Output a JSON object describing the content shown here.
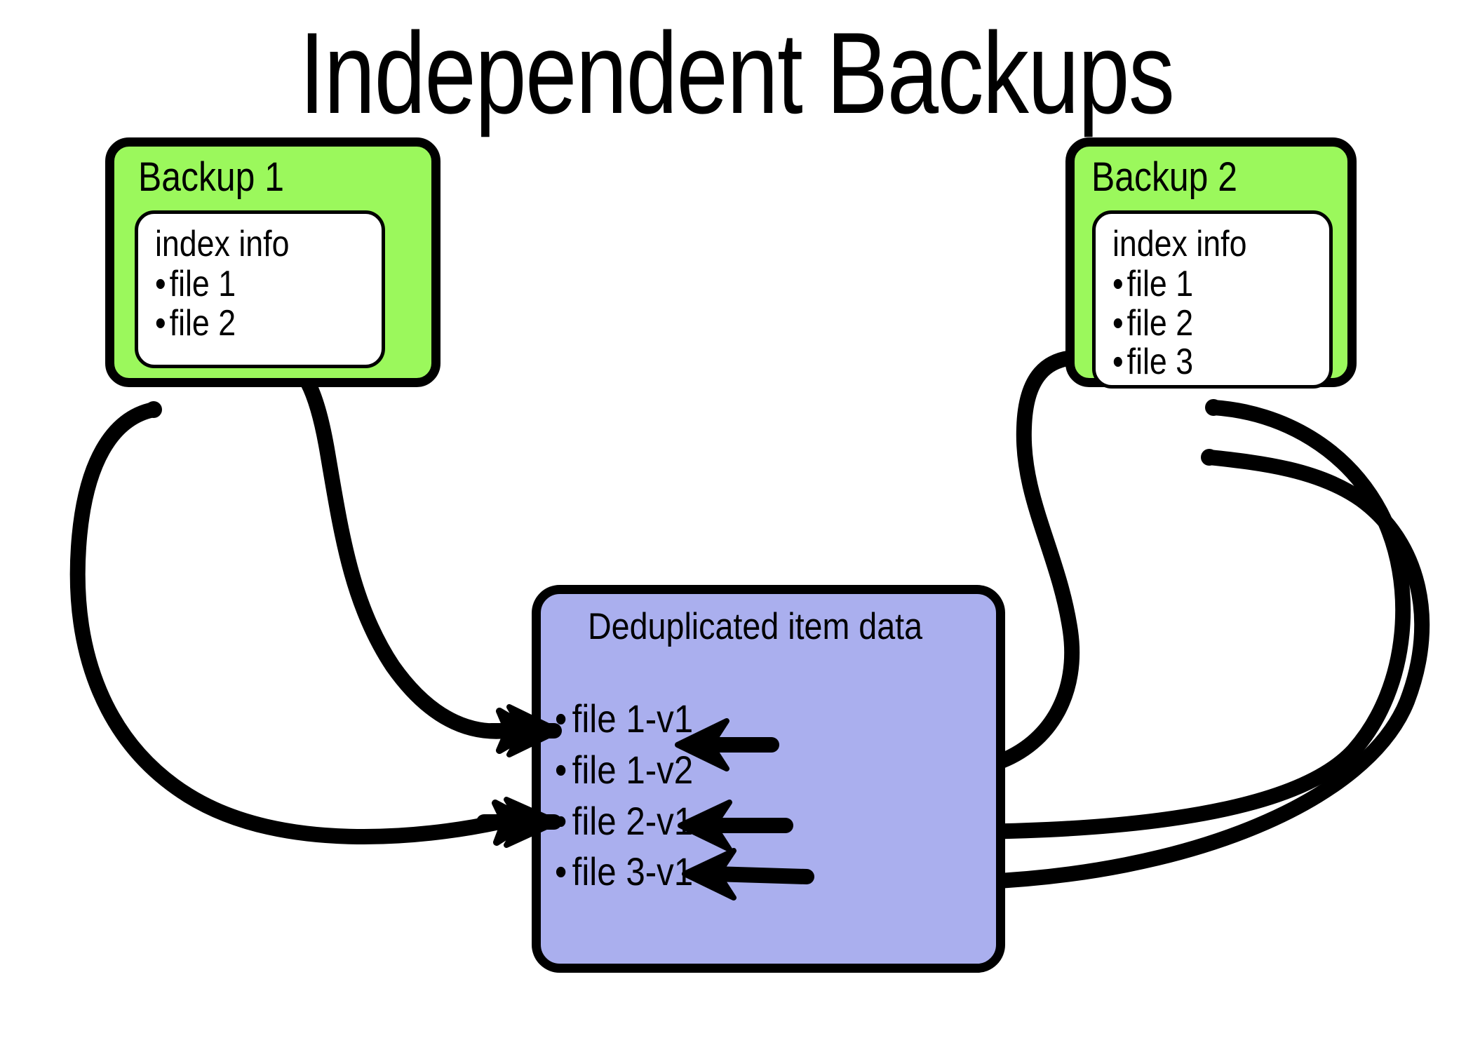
{
  "page": {
    "title": "Independent Backups",
    "background_color": "#FFFFFF",
    "stroke_color": "#000000"
  },
  "colors": {
    "backup_fill": "#9BF85C",
    "dedup_fill": "#AAAFEE",
    "inner_fill": "#FFFFFF",
    "outline": "#000000"
  },
  "backup1": {
    "title": "Backup 1",
    "index_label": "index info",
    "items": [
      {
        "bullet": "•",
        "label": "file 1"
      },
      {
        "bullet": "•",
        "label": "file 2"
      }
    ]
  },
  "backup2": {
    "title": "Backup 2",
    "index_label": "index info",
    "items": [
      {
        "bullet": "•",
        "label": "file 1"
      },
      {
        "bullet": "•",
        "label": "file 2"
      },
      {
        "bullet": "•",
        "label": "file 3"
      }
    ]
  },
  "dedup": {
    "title": "Deduplicated item data",
    "items": [
      {
        "bullet": "•",
        "label": "file 1-v1"
      },
      {
        "bullet": "•",
        "label": "file 1-v2"
      },
      {
        "bullet": "•",
        "label": "file 2-v1"
      },
      {
        "bullet": "•",
        "label": "file 3-v1"
      }
    ]
  },
  "connections": [
    {
      "name": "backup1-file1-to-file1v1",
      "from": "backup1.items.0",
      "to": "dedup.items.0"
    },
    {
      "name": "backup1-file2-to-file2v1",
      "from": "backup1.items.1",
      "to": "dedup.items.2"
    },
    {
      "name": "backup2-file1-to-file1v2",
      "from": "backup2.items.0",
      "to": "dedup.items.1"
    },
    {
      "name": "backup2-file2-to-file2v1",
      "from": "backup2.items.1",
      "to": "dedup.items.2"
    },
    {
      "name": "backup2-file3-to-file3v1",
      "from": "backup2.items.2",
      "to": "dedup.items.3"
    }
  ]
}
